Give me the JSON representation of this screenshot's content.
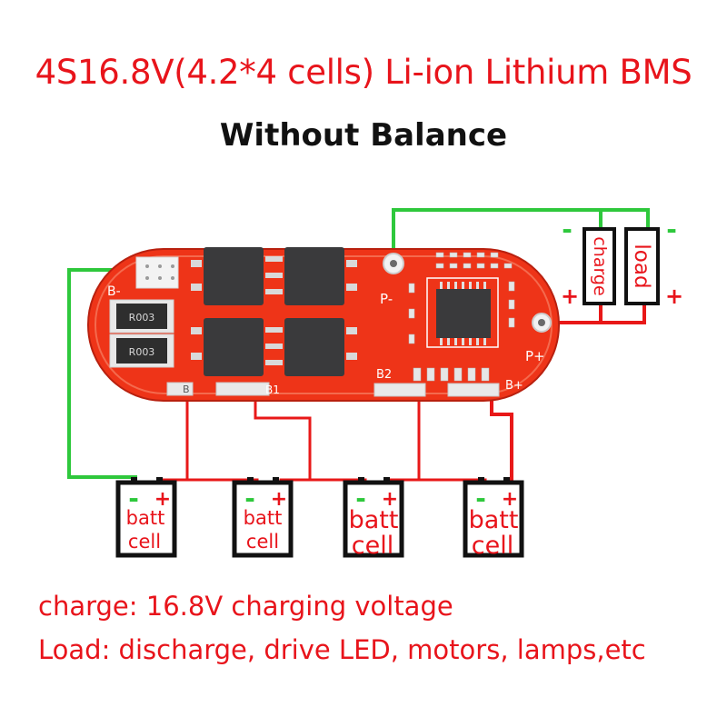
{
  "header": {
    "title": "4S16.8V(4.2*4 cells) Li-ion Lithium BMS",
    "subtitle": "Without Balance"
  },
  "board": {
    "pad_labels": {
      "b_minus": "B-",
      "p_minus": "P-",
      "p_plus": "P+",
      "b_plus": "B+",
      "b_one": "B1",
      "b_two": "B2",
      "b_gnd": "B",
      "resistor_code": "R003"
    }
  },
  "charge_module": {
    "label": "charge",
    "minus": "-",
    "plus": "+"
  },
  "load_module": {
    "label": "load",
    "minus": "-",
    "plus": "+"
  },
  "cells": [
    {
      "line1": "batt",
      "line2": "cell",
      "minus": "-",
      "plus": "+"
    },
    {
      "line1": "batt",
      "line2": "cell",
      "minus": "-",
      "plus": "+"
    },
    {
      "line1": "batt",
      "line2": "cell",
      "minus": "-",
      "plus": "+"
    },
    {
      "line1": "batt",
      "line2": "cell",
      "minus": "-",
      "plus": "+"
    }
  ],
  "notes": {
    "charge": "charge: 16.8V charging voltage",
    "load": "Load: discharge, drive LED, motors, lamps,etc"
  },
  "colors": {
    "red_text": "#e8141b",
    "board_red": "#ee3418",
    "wire_red": "#e81818",
    "wire_green": "#2ec83c",
    "mosfet": "#3a3a3c"
  }
}
